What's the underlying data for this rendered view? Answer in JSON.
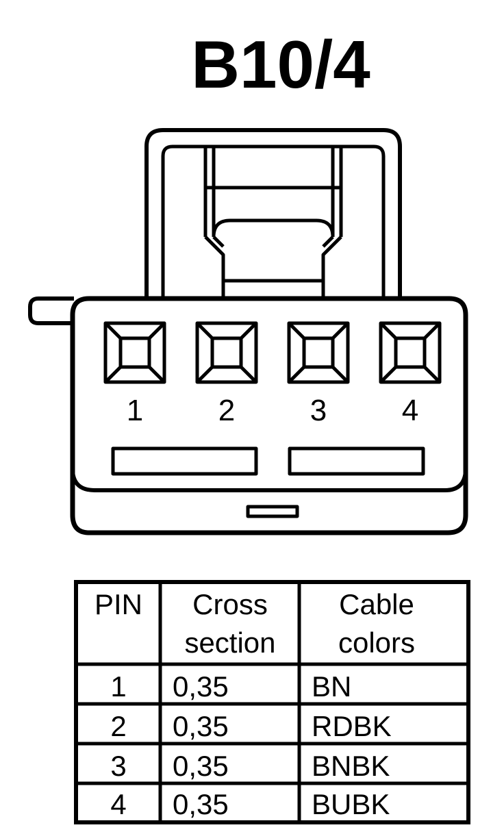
{
  "connector": {
    "title": "B10/4",
    "pins": [
      "1",
      "2",
      "3",
      "4"
    ]
  },
  "table": {
    "headers": [
      [
        "PIN"
      ],
      [
        "Cross",
        "section"
      ],
      [
        "Cable",
        "colors"
      ]
    ],
    "rows": [
      {
        "pin": "1",
        "cross_section": "0,35",
        "color": "BN"
      },
      {
        "pin": "2",
        "cross_section": "0,35",
        "color": "RDBK"
      },
      {
        "pin": "3",
        "cross_section": "0,35",
        "color": "BNBK"
      },
      {
        "pin": "4",
        "cross_section": "0,35",
        "color": "BUBK"
      }
    ]
  }
}
